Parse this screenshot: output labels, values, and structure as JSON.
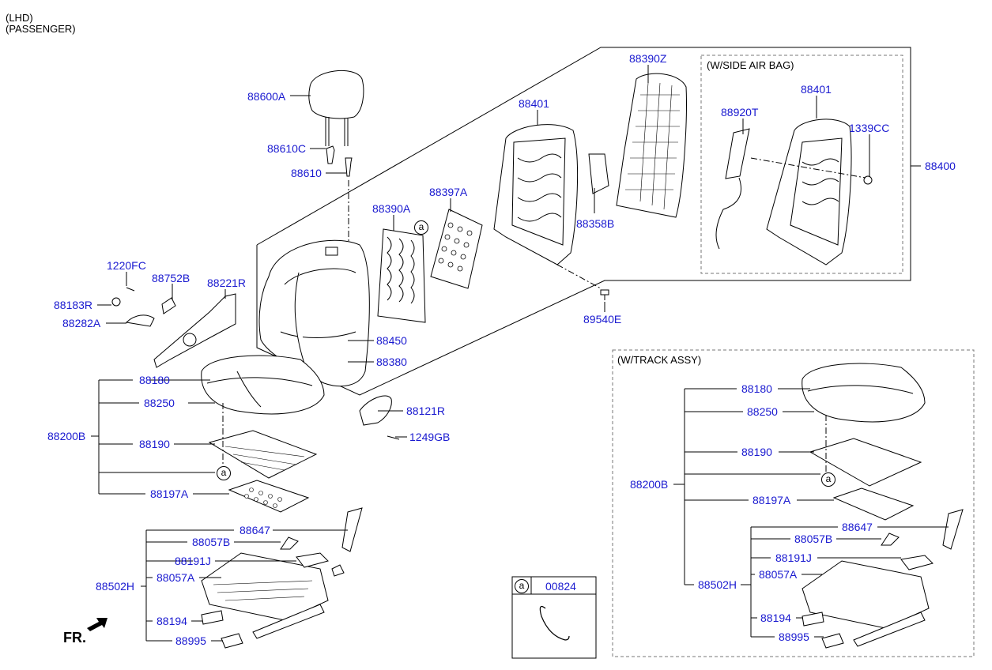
{
  "header": {
    "line1": "(LHD)",
    "line2": "(PASSENGER)"
  },
  "boxes": {
    "side_air_bag": "(W/SIDE AIR BAG)",
    "track_assy": "(W/TRACK ASSY)"
  },
  "callout": {
    "letter": "a",
    "part": "00824"
  },
  "circle_letter": "a",
  "fr_label": "FR.",
  "labels": {
    "p88600A": "88600A",
    "p88610C": "88610C",
    "p88610": "88610",
    "p88390Z": "88390Z",
    "p88401a": "88401",
    "p88401b": "88401",
    "p88920T": "88920T",
    "p1339CC": "1339CC",
    "p88400": "88400",
    "p88397A": "88397A",
    "p88390A": "88390A",
    "p88358B": "88358B",
    "p89540E": "89540E",
    "p1220FC": "1220FC",
    "p88752B": "88752B",
    "p88221R": "88221R",
    "p88183R": "88183R",
    "p88282A": "88282A",
    "p88450": "88450",
    "p88380": "88380",
    "p88180": "88180",
    "p88250": "88250",
    "p88121R": "88121R",
    "p88200B": "88200B",
    "p88190": "88190",
    "p1249GB": "1249GB",
    "p88197A": "88197A",
    "p88647": "88647",
    "p88057B": "88057B",
    "p88191J": "88191J",
    "p88057A": "88057A",
    "p88502H": "88502H",
    "p88194": "88194",
    "p88995": "88995",
    "r88180": "88180",
    "r88250": "88250",
    "r88190": "88190",
    "r88200B": "88200B",
    "r88197A": "88197A",
    "r88647": "88647",
    "r88057B": "88057B",
    "r88191J": "88191J",
    "r88057A": "88057A",
    "r88502H": "88502H",
    "r88194": "88194",
    "r88995": "88995"
  },
  "colors": {
    "label": "#1a1ad0",
    "line": "#000000",
    "dashed_box": "#777777"
  }
}
